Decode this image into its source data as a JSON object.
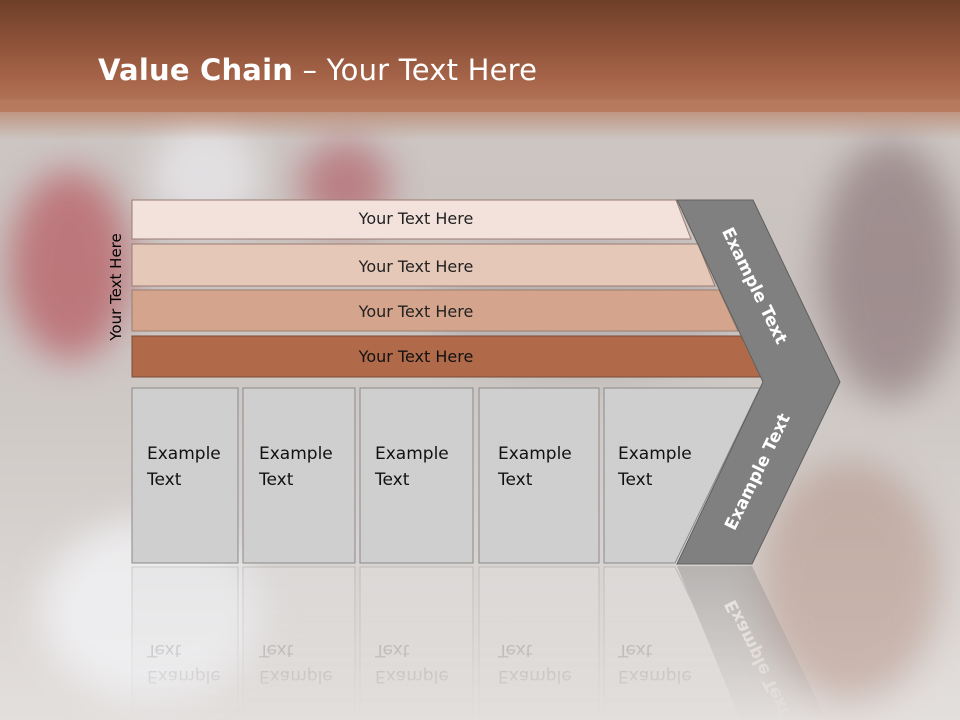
{
  "title": {
    "bold": "Value Chain",
    "rest": " – Your Text Here"
  },
  "side_label": "Your Text Here",
  "support_rows": [
    "Your Text Here",
    "Your Text Here",
    "Your Text Here",
    "Your Text Here"
  ],
  "primary_boxes": [
    {
      "line1": "Example",
      "line2": "Text"
    },
    {
      "line1": "Example",
      "line2": "Text"
    },
    {
      "line1": "Example",
      "line2": "Text"
    },
    {
      "line1": "Example",
      "line2": "Text"
    },
    {
      "line1": "Example",
      "line2": "Text"
    }
  ],
  "arrow_top_label": "Example Text",
  "arrow_bottom_label": "Example Text",
  "colors": {
    "row1": "#f2e2db",
    "row2": "#e6c8b8",
    "row3": "#d4a58c",
    "row4": "#b06a4a",
    "box": "#cfcfcf",
    "arrow": "#808080",
    "header": "#9c5c40"
  }
}
